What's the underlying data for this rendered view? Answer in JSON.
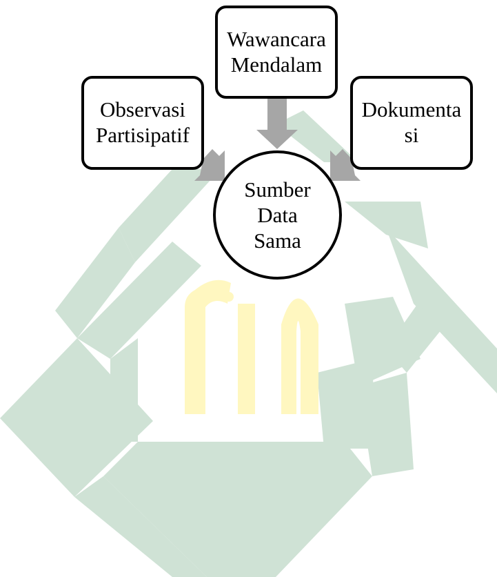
{
  "diagram": {
    "hub": {
      "label": "Sumber\nData\nSama"
    },
    "sources": [
      {
        "label": "Observasi\nPartisipatif"
      },
      {
        "label": "Wawancara\nMendalam"
      },
      {
        "label": "Dokumenta\nsi"
      }
    ]
  },
  "colors": {
    "watermark_green": "#cfe2d5",
    "watermark_gold": "#fff7c0",
    "arrow_gray": "#a6a6a6",
    "outline": "#000000"
  },
  "watermark": {
    "name": "university-logo-watermark"
  }
}
